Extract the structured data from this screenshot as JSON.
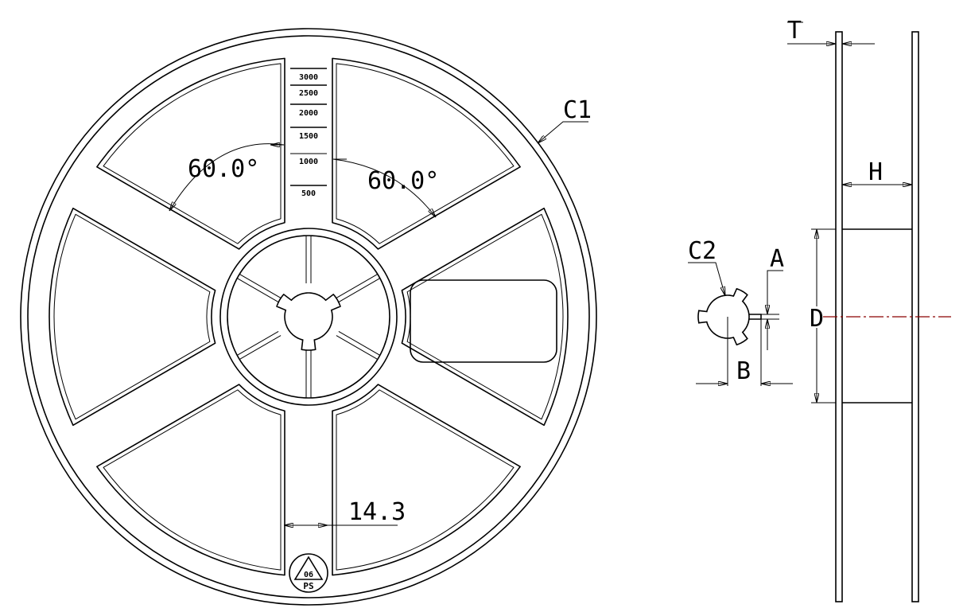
{
  "front_view": {
    "angle_left": "60.0°",
    "angle_right": "60.0°",
    "spoke_width": "14.3",
    "outer_label": "C1",
    "scale_marks": [
      "3000",
      "2500",
      "2000",
      "1500",
      "1000",
      "500"
    ],
    "recycle_code": "06",
    "recycle_material": "PS"
  },
  "side_view": {
    "thickness_label": "T",
    "hub_width_label": "H",
    "hub_diameter_label": "D",
    "centerline_color": "#8b0000"
  },
  "detail": {
    "arbor_label": "C2",
    "slot_width_label": "A",
    "slot_depth_label": "B"
  }
}
